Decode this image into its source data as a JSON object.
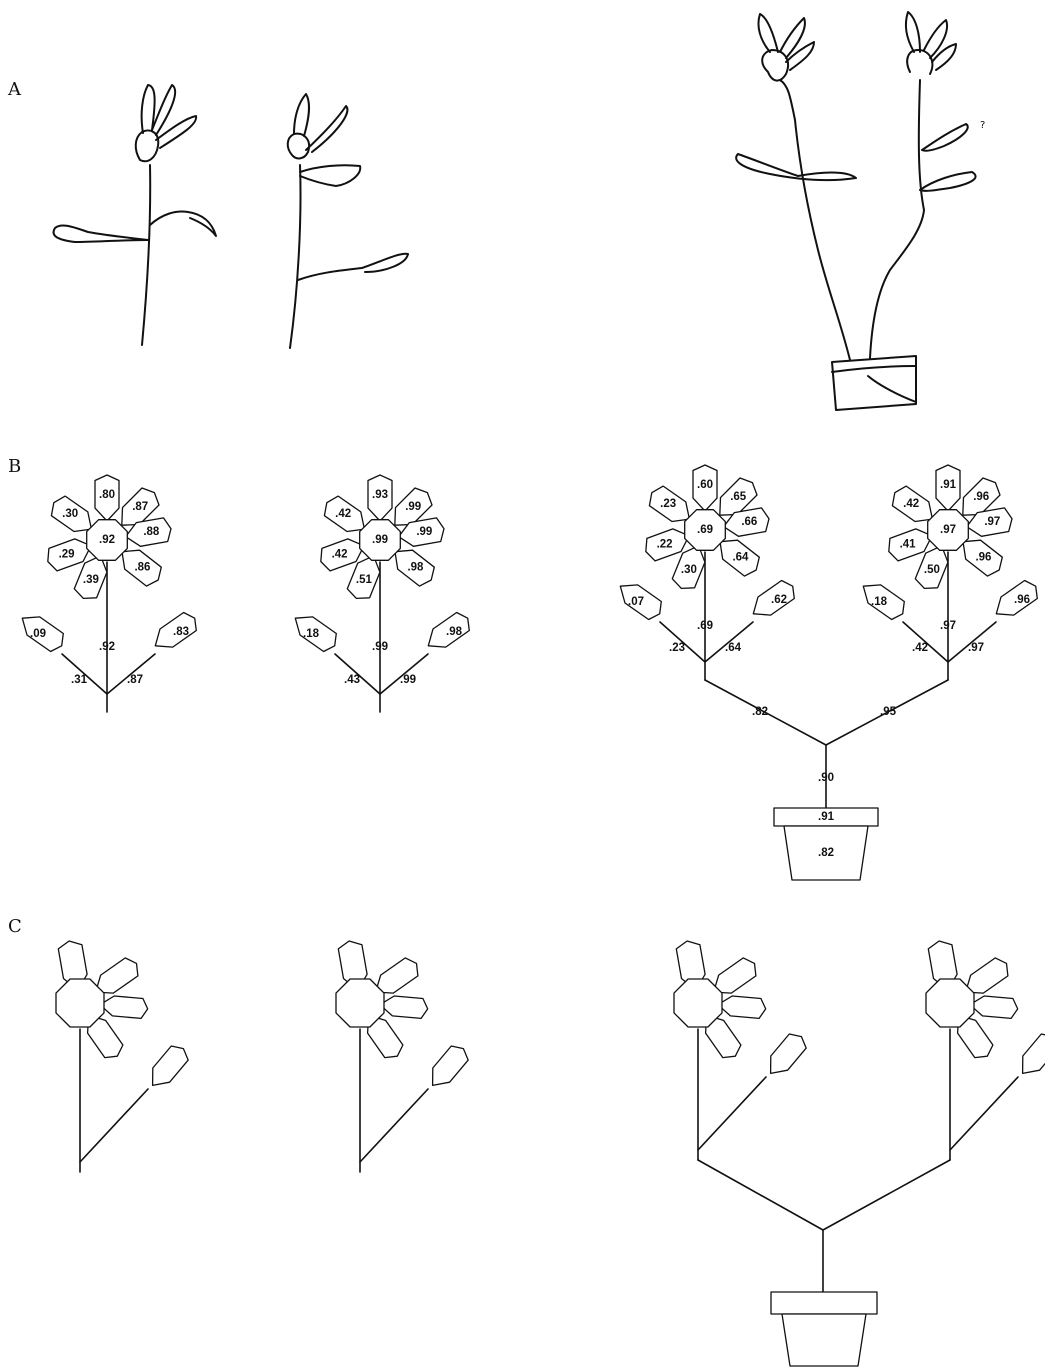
{
  "panels": [
    {
      "label": "A"
    },
    {
      "label": "B"
    },
    {
      "label": "C"
    }
  ],
  "panel_b": {
    "flower_1": {
      "center": ".92",
      "petals": [
        ".80",
        ".87",
        ".88",
        ".86",
        ".39",
        ".29",
        ".30"
      ],
      "leaf_left": ".09",
      "leaf_right": ".83",
      "stem_upper": ".92",
      "stem_left": ".31",
      "stem_right": ".87"
    },
    "flower_2": {
      "center": ".99",
      "petals": [
        ".93",
        ".99",
        ".99",
        ".98",
        ".51",
        ".42",
        ".42"
      ],
      "leaf_left": ".18",
      "leaf_right": ".98",
      "stem_upper": ".99",
      "stem_left": ".43",
      "stem_right": ".99"
    },
    "flower_3_left": {
      "center": ".69",
      "petals": [
        ".60",
        ".65",
        ".66",
        ".64",
        ".30",
        ".22",
        ".23"
      ],
      "leaf_left": ".07",
      "leaf_right": ".62",
      "stem_upper": ".69",
      "stem_left": ".23",
      "stem_right": ".64"
    },
    "flower_3_right": {
      "center": ".97",
      "petals": [
        ".91",
        ".96",
        ".97",
        ".96",
        ".50",
        ".41",
        ".42"
      ],
      "leaf_left": ".18",
      "leaf_right": ".96",
      "stem_upper": ".97",
      "stem_left": ".42",
      "stem_right": ".97"
    },
    "pot_plant": {
      "branch_left": ".82",
      "branch_right": ".95",
      "trunk": ".90",
      "pot_rim": ".91",
      "pot_body": ".82"
    }
  }
}
